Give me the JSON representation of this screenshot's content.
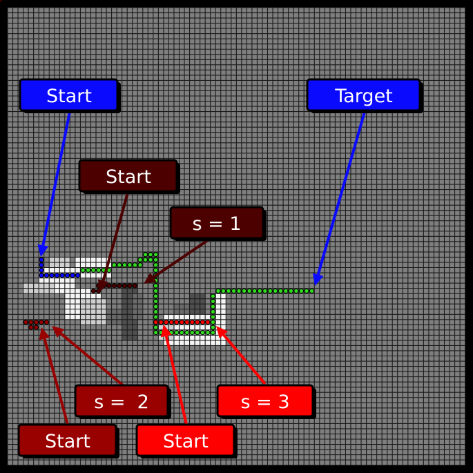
{
  "labels": {
    "blue_start": "Start",
    "blue_target": "Target",
    "darkred_start": "Start",
    "s1": "s = 1",
    "s2": "s =  2",
    "s3": "s = 3",
    "maroon_start": "Start",
    "red_start": "Start"
  },
  "colors": {
    "background": "#7f7f7f",
    "grid_line": "#1a1a1a",
    "border": "#000000",
    "blue": "#0a0aff",
    "dark_maroon": "#4d0000",
    "maroon": "#990000",
    "red": "#ff0000",
    "green_dot": "#33dd22",
    "white_cell": "#f4f4f4",
    "light_cell": "#cfcfcf",
    "dark_cell": "#4f4f4f",
    "mid_cell": "#6a6a6a"
  }
}
